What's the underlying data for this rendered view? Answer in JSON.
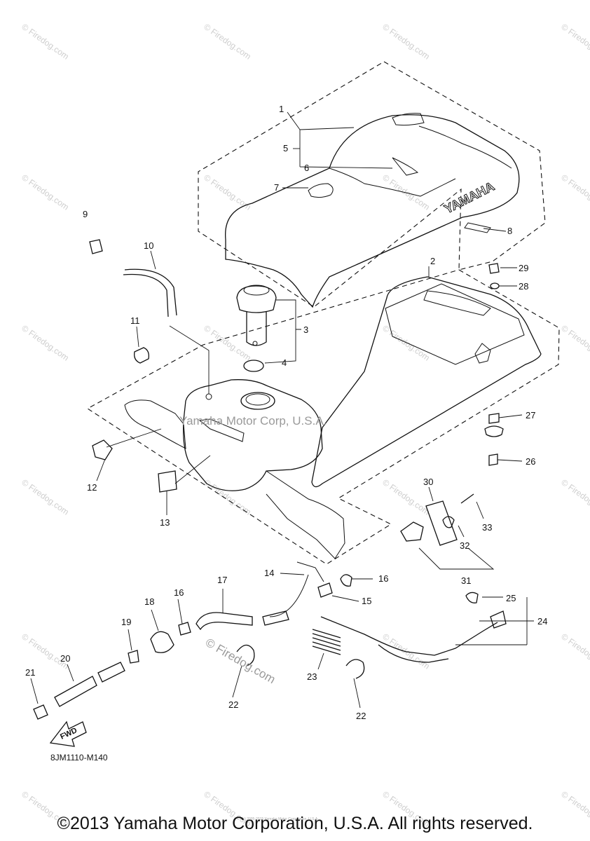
{
  "callouts": [
    "1",
    "2",
    "3",
    "4",
    "5",
    "6",
    "7",
    "8",
    "9",
    "10",
    "11",
    "12",
    "13",
    "14",
    "15",
    "16",
    "16",
    "17",
    "18",
    "19",
    "20",
    "21",
    "22",
    "22",
    "23",
    "24",
    "25",
    "26",
    "27",
    "28",
    "29",
    "30",
    "31",
    "32",
    "33"
  ],
  "seat_brand": "YAMAHA",
  "fwd_label": "FWD",
  "diagram_code": "8JM1110-M140",
  "watermark_main": "Yamaha Motor Corp, U.S.A.",
  "watermark_site": "© Firedog.com",
  "watermark_tile": "© Firedog.com",
  "watermark_small": "(c) 2005-2015 Yamaha Motor Corporation, U.S.A.",
  "footer": "©2013 Yamaha Motor Corporation, U.S.A. All rights reserved."
}
